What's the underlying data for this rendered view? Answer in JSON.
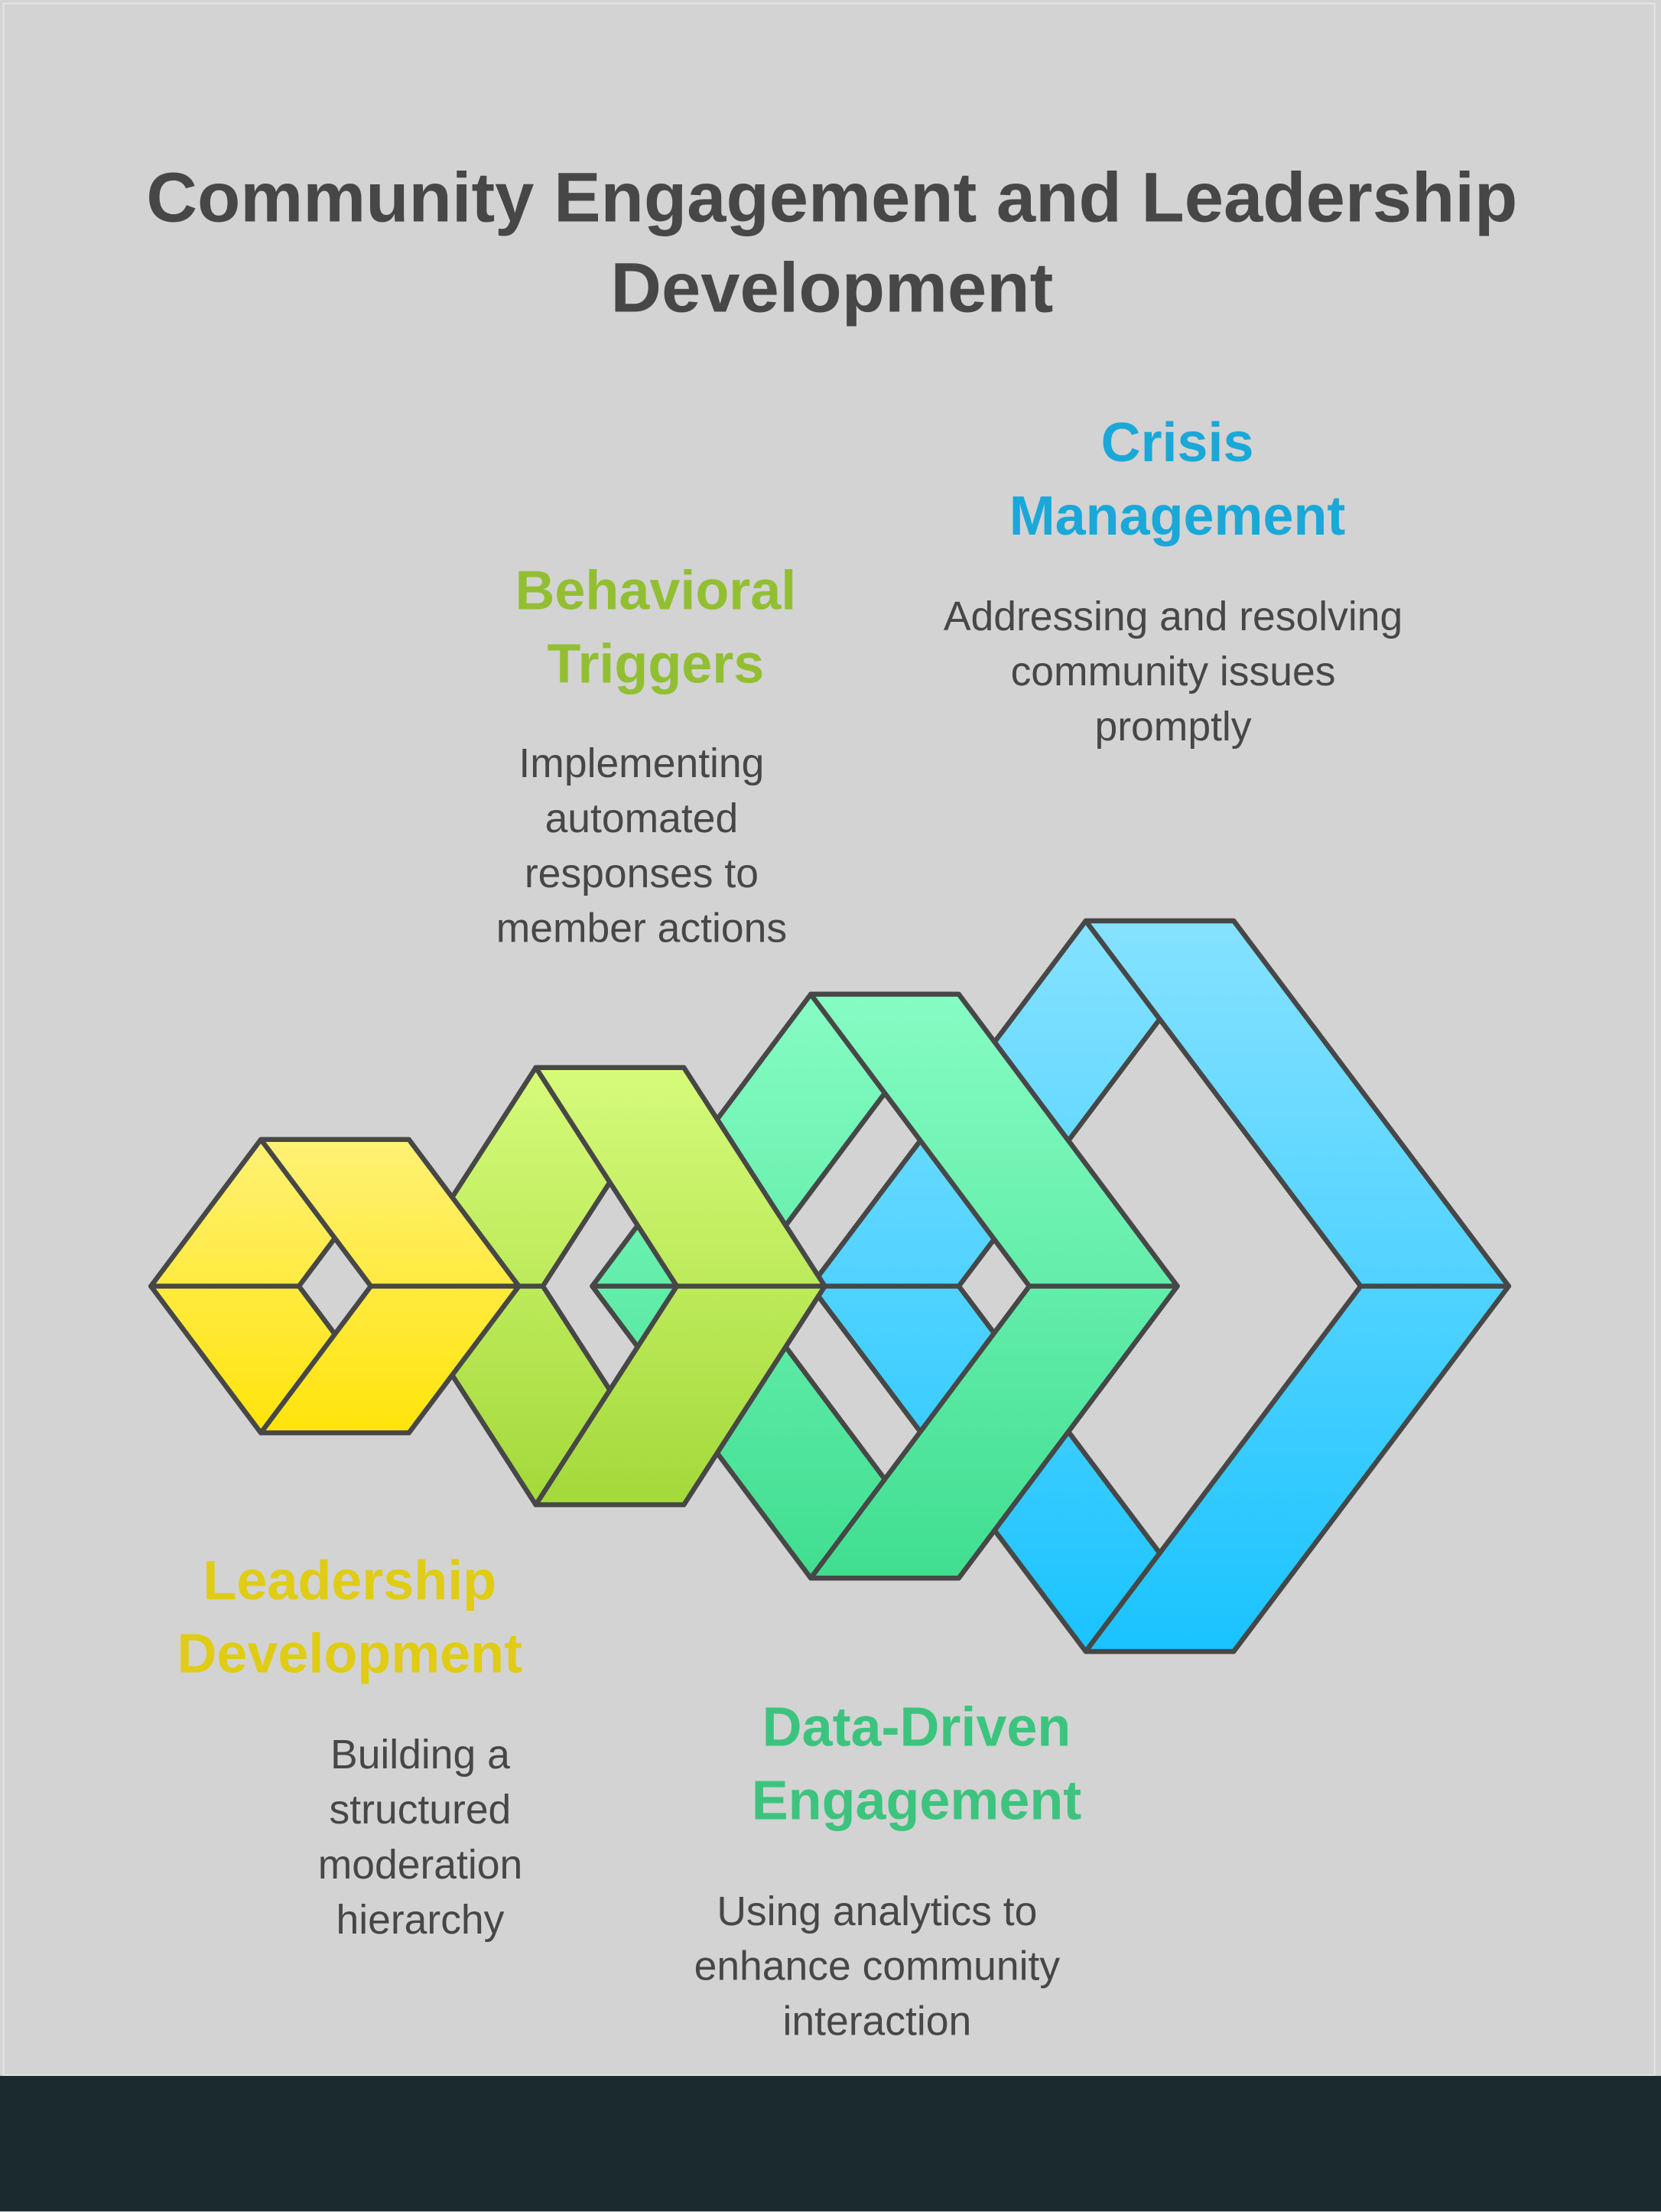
{
  "title": "Community Engagement and Leadership Development",
  "items": [
    {
      "key": "leadership",
      "heading_line1": "Leadership",
      "heading_line2": "Development",
      "description": "Building a structured moderation hierarchy",
      "color": "#e0cc14"
    },
    {
      "key": "behavioral",
      "heading_line1": "Behavioral",
      "heading_line2": "Triggers",
      "description": "Implementing automated responses to member actions",
      "color": "#92bf32"
    },
    {
      "key": "datadriven",
      "heading_line1": "Data-Driven",
      "heading_line2": "Engagement",
      "description": "Using analytics to enhance community interaction",
      "color": "#3cc47e"
    },
    {
      "key": "crisis",
      "heading_line1": "Crisis",
      "heading_line2": "Management",
      "description": "Addressing and resolving community issues promptly",
      "color": "#1aa8d8"
    }
  ],
  "ring_colors": [
    [
      "#fff176",
      "#ffe40a"
    ],
    [
      "#d6fb7a",
      "#a3d93a"
    ],
    [
      "#86fcc4",
      "#40de90"
    ],
    [
      "#86e2ff",
      "#1ac3ff"
    ]
  ]
}
